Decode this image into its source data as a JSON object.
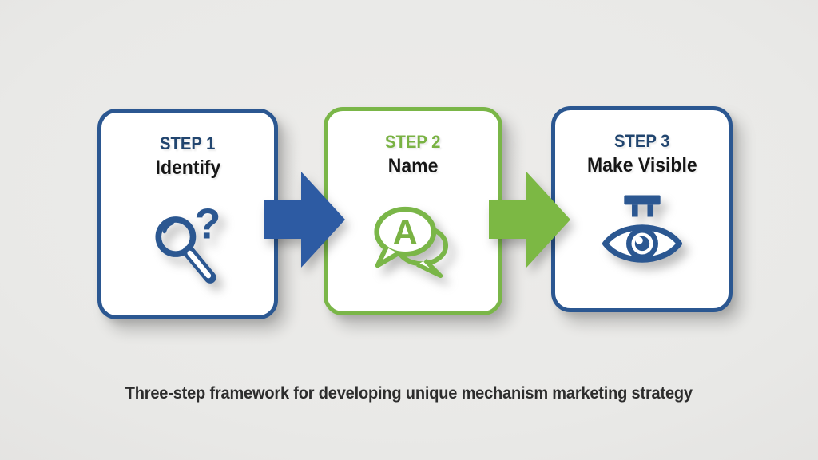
{
  "caption": "Three-step framework for developing unique mechanism marketing strategy",
  "colors": {
    "bg": "#e9e9e7",
    "card_bg": "#ffffff",
    "navy": "#2b5791",
    "navy_text": "#21456f",
    "arrow_blue": "#2d5ba3",
    "green": "#7ab648",
    "green_text": "#79b243",
    "arrow_green": "#7cb844",
    "title_black": "#161616",
    "caption_color": "#2d2d2d"
  },
  "steps": [
    {
      "label": "STEP 1",
      "title": "Identify",
      "icon": "magnifier-question-icon",
      "icon_glyph": "?",
      "accent": "navy"
    },
    {
      "label": "STEP 2",
      "title": "Name",
      "icon": "speech-bubbles-icon",
      "icon_glyph": "A",
      "accent": "green"
    },
    {
      "label": "STEP 3",
      "title": "Make Visible",
      "icon": "eye-visibility-icon",
      "icon_glyph": "",
      "accent": "navy"
    }
  ],
  "arrows": [
    {
      "direction": "right",
      "color": "#2d5ba3"
    },
    {
      "direction": "right",
      "color": "#7cb844"
    }
  ]
}
